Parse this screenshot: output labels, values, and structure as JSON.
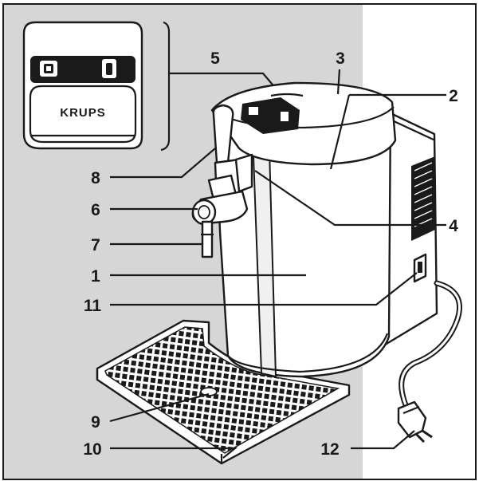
{
  "colors": {
    "ink": "#1a1a1a",
    "panel": "#d6d6d6",
    "paper": "#ffffff"
  },
  "inset": {
    "brand": "KRUPS"
  },
  "callouts": [
    {
      "id": "c1",
      "text": "1"
    },
    {
      "id": "c2",
      "text": "2"
    },
    {
      "id": "c3",
      "text": "3"
    },
    {
      "id": "c4",
      "text": "4"
    },
    {
      "id": "c5",
      "text": "5"
    },
    {
      "id": "c6",
      "text": "6"
    },
    {
      "id": "c7",
      "text": "7"
    },
    {
      "id": "c8",
      "text": "8"
    },
    {
      "id": "c9",
      "text": "9"
    },
    {
      "id": "c10",
      "text": "10"
    },
    {
      "id": "c11",
      "text": "11"
    },
    {
      "id": "c12",
      "text": "12"
    }
  ]
}
